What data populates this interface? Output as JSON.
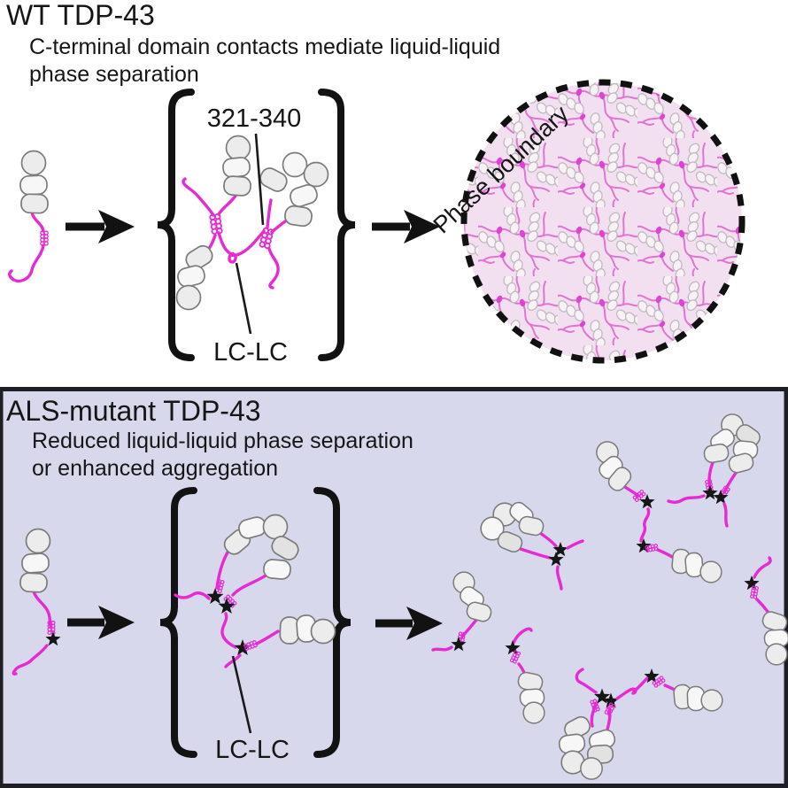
{
  "colors": {
    "magenta": "#e62ad4",
    "droplet_fill": "#f2dff0",
    "droplet_net": "#de76d2",
    "droplet_hub": "#e043d2",
    "panel_bg": "#d8d8ec",
    "panel_white": "#ffffff",
    "domain_fill": "#ececec",
    "domain_stroke": "#7b7b7b",
    "ink": "#161616"
  },
  "wt": {
    "title": "WT TDP-43",
    "subtitle_line1": "C-terminal domain contacts mediate liquid-liquid",
    "subtitle_line2": "phase separation",
    "contact_label": "321-340",
    "lc_label": "LC-LC",
    "droplet_label": "Phase boundary"
  },
  "mutant": {
    "title": "ALS-mutant TDP-43",
    "subtitle_line1": "Reduced liquid-liquid phase separation",
    "subtitle_line2": "or enhanced aggregation",
    "lc_label": "LC-LC"
  },
  "icons": {
    "mutation_star": "★",
    "right_arrow": "➤"
  }
}
